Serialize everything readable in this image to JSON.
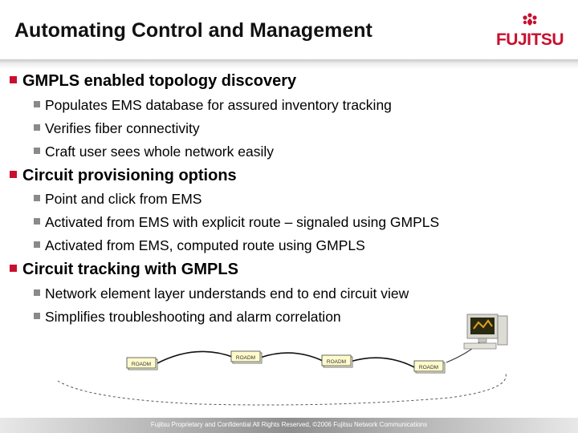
{
  "header": {
    "title": "Automating Control and Management",
    "logo_text": "FUJITSU"
  },
  "bullets": [
    {
      "text": "GMPLS enabled topology discovery",
      "items": [
        "Populates EMS database for assured inventory tracking",
        "Verifies fiber connectivity",
        "Craft user sees whole network easily"
      ]
    },
    {
      "text": "Circuit provisioning options",
      "items": [
        "Point and click from EMS",
        "Activated from EMS with explicit route – signaled using GMPLS",
        "Activated from EMS, computed route using GMPLS"
      ]
    },
    {
      "text": "Circuit tracking with GMPLS",
      "items": [
        "Network element layer understands end to end circuit view",
        "Simplifies troubleshooting and alarm correlation"
      ]
    }
  ],
  "diagram": {
    "nodes": [
      "ROADM",
      "ROADM",
      "ROADM",
      "ROADM"
    ]
  },
  "footer": {
    "text": "Fujitsu Proprietary and Confidential All Rights Reserved, ©2006 Fujitsu Network Communications"
  },
  "colors": {
    "bullet_primary": "#c8102e",
    "bullet_secondary": "#8a8a8a",
    "logo_red": "#c8102e"
  }
}
